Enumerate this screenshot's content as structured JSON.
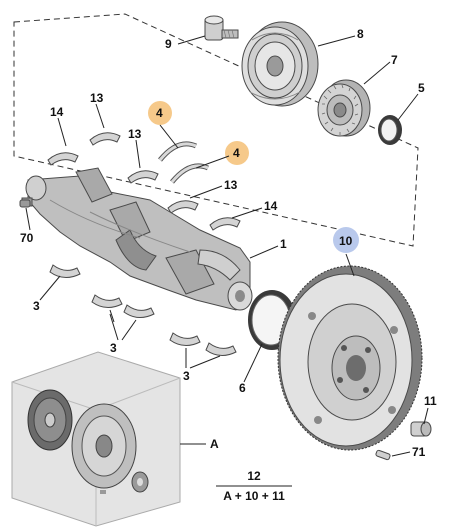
{
  "colors": {
    "highlight_orange": "#f6c98a",
    "highlight_blue": "#b9c9ec",
    "part_fill": "#d9d9d9",
    "part_dark": "#9a9a9a",
    "box_fill": "#e6e6e6"
  },
  "labels": {
    "l1": "1",
    "l3a": "3",
    "l3b": "3",
    "l3c": "3",
    "l4a": "4",
    "l4b": "4",
    "l5": "5",
    "l6": "6",
    "l7": "7",
    "l8": "8",
    "l9": "9",
    "l10": "10",
    "l11": "11",
    "l13a": "13",
    "l13b": "13",
    "l13c": "13",
    "l14a": "14",
    "l14b": "14",
    "l70": "70",
    "l71": "71",
    "lA": "A"
  },
  "formula": {
    "top": "12",
    "bottom": "A + 10 + 11"
  },
  "icons": [
    "crankshaft-icon",
    "pulley-icon",
    "sprocket-icon",
    "seal-icon",
    "bearing-shell-icon",
    "flywheel-icon",
    "clutch-kit-icon",
    "bolt-icon"
  ]
}
